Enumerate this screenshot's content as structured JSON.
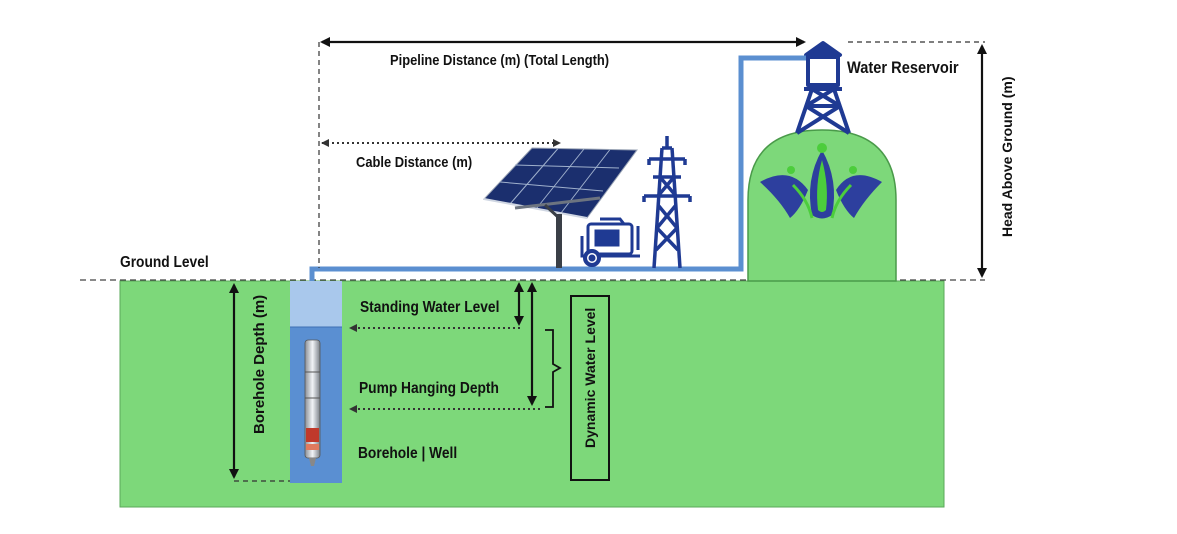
{
  "labels": {
    "pipeline_distance": "Pipeline Distance (m) (Total Length)",
    "water_reservoir": "Water Reservoir",
    "cable_distance": "Cable Distance (m)",
    "ground_level": "Ground Level",
    "standing_water_level": "Standing Water Level",
    "pump_hanging_depth": "Pump Hanging Depth",
    "borehole_well": "Borehole | Well",
    "borehole_depth": "Borehole Depth (m)",
    "dynamic_water_level": "Dynamic Water Level",
    "head_above_ground": "Head Above Ground (m)"
  },
  "icons": [
    "solar-panel-icon",
    "generator-icon",
    "power-pylon-icon",
    "water-tower-icon",
    "submersible-pump-icon",
    "logo-icon"
  ],
  "colors": {
    "ground": "#7dd87a",
    "ground_border": "#4a9a4a",
    "pipe": "#5b8fd0",
    "borehole_water": "#5a8fd2",
    "borehole_top": "#a9c8ec",
    "structure": "#1f3a93",
    "logo_green": "#4ccd3c"
  }
}
